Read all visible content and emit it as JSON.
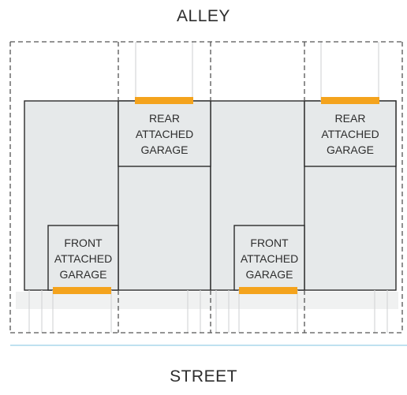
{
  "labels": {
    "top": "ALLEY",
    "bottom": "STREET",
    "rear_garage": [
      "REAR",
      "ATTACHED",
      "GARAGE"
    ],
    "front_garage": [
      "FRONT",
      "ATTACHED",
      "GARAGE"
    ]
  },
  "colors": {
    "building_fill": "#e6e9ea",
    "outline": "#2b2b2b",
    "garage_door": "#f4a31d",
    "street_line": "#bfe1f0",
    "driveway": "#d4d7d8",
    "lot_line": "#555555"
  }
}
